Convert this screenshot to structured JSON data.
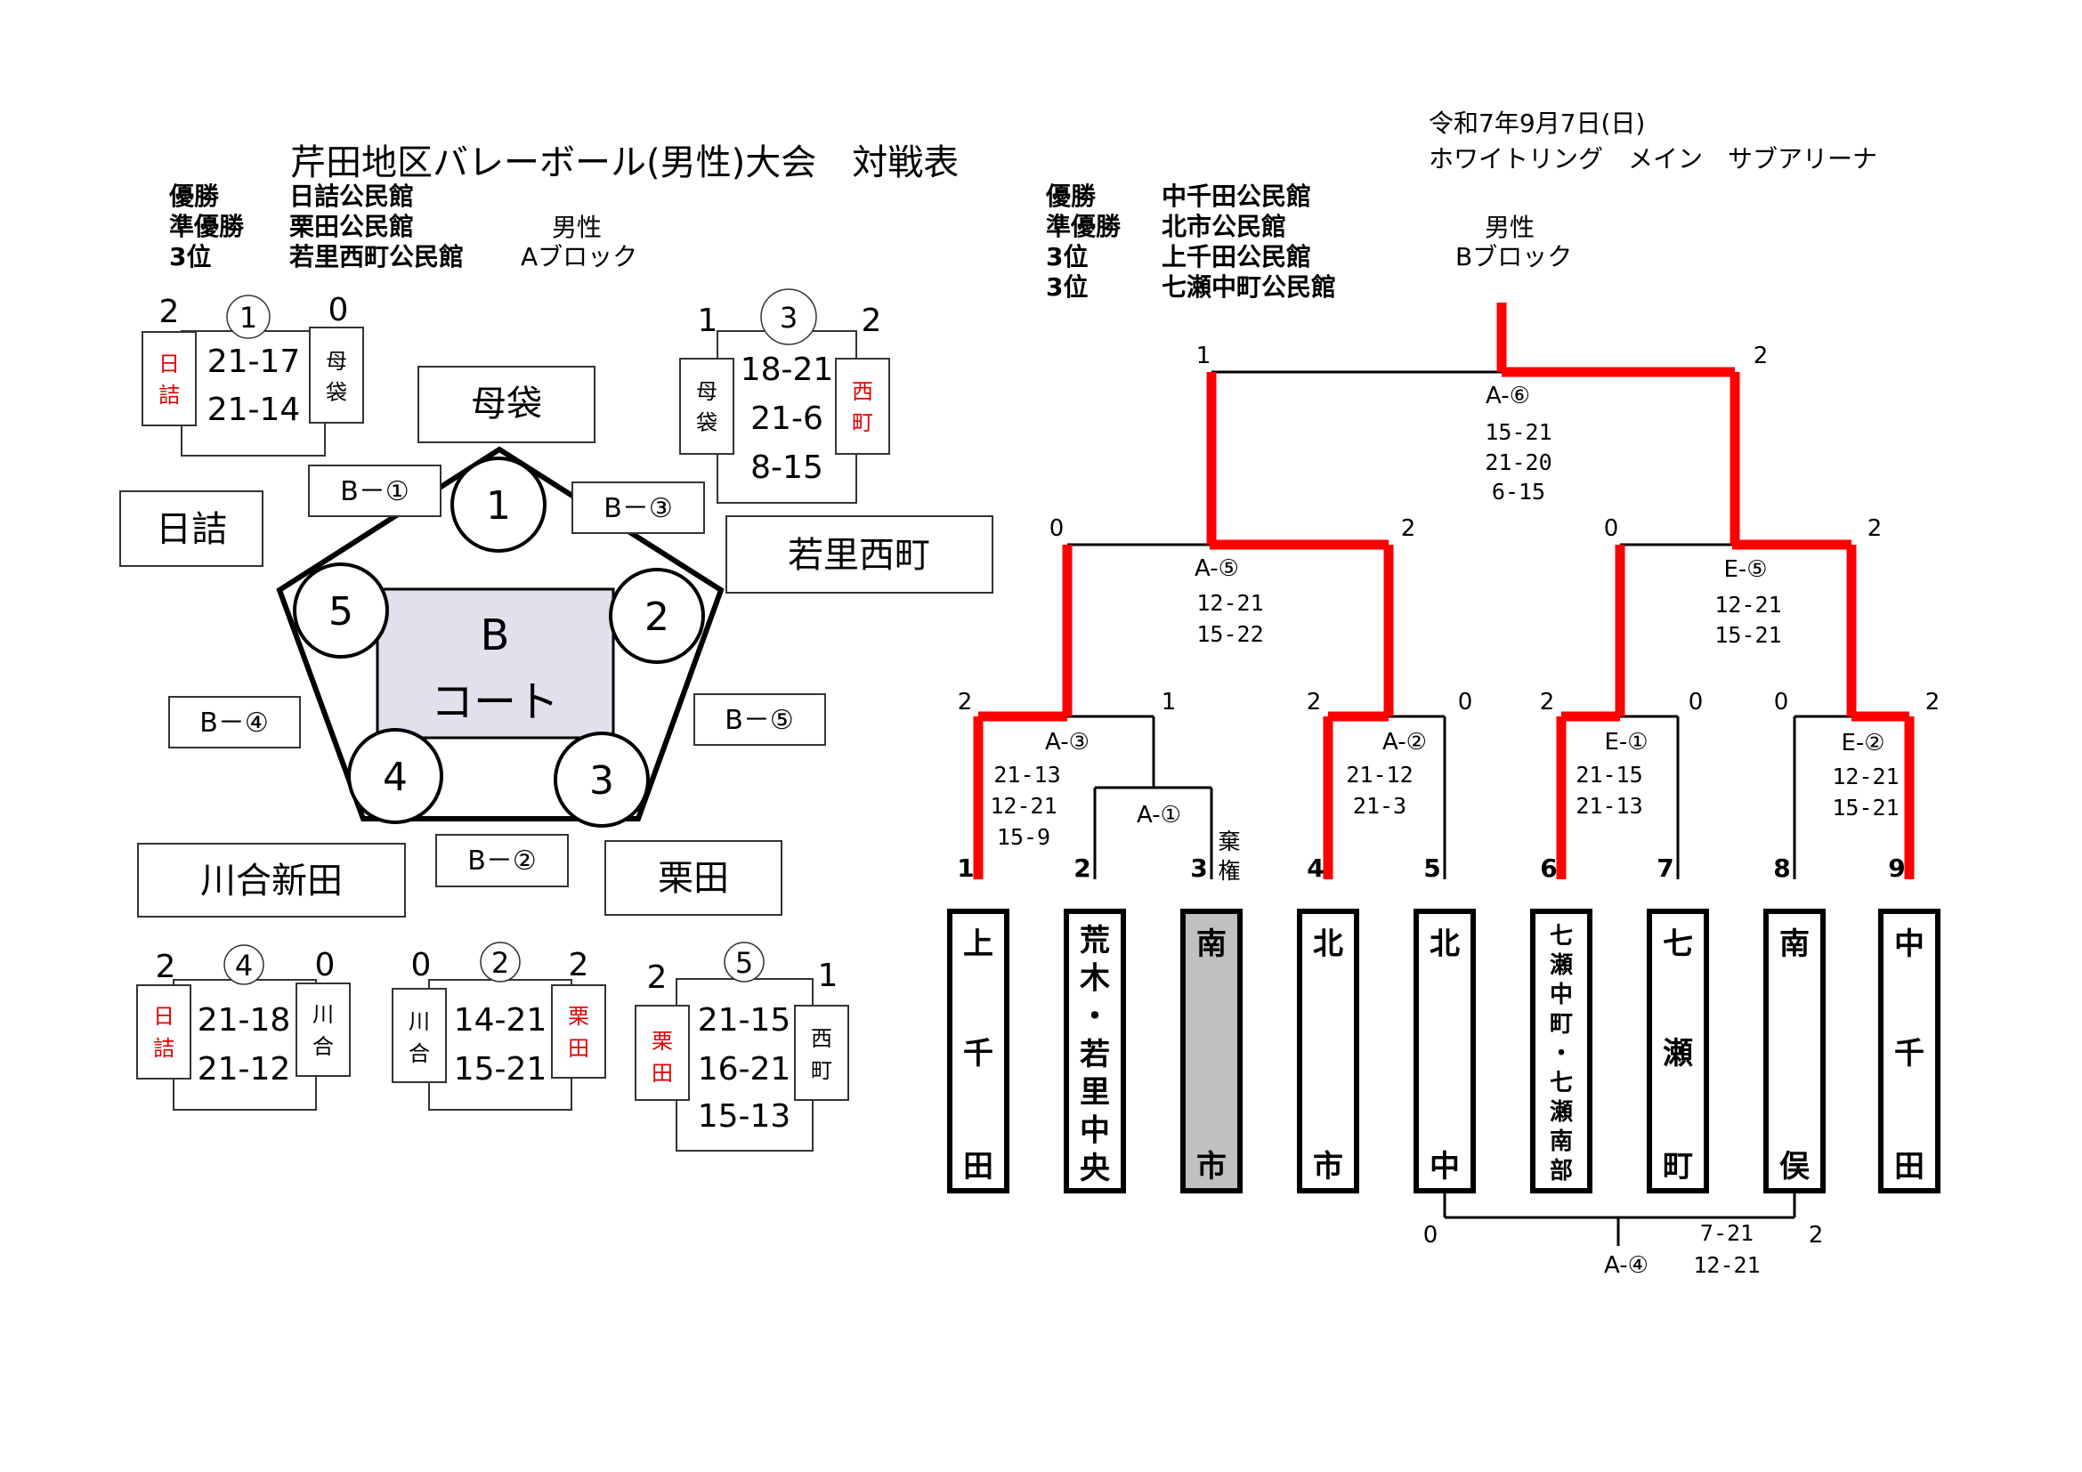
{
  "title": "芹田地区バレーボール(男性)大会　対戦表",
  "event_date": "令和7年9月7日(日)",
  "venue": "ホワイトリング　メイン　サブアリーナ",
  "block_a": {
    "results": [
      {
        "rank": "優勝",
        "team": "日詰公民館"
      },
      {
        "rank": "準優勝",
        "team": "栗田公民館"
      },
      {
        "rank": "3位",
        "team": "若里西町公民館"
      }
    ],
    "gender": "男性",
    "block_label": "Aブロック",
    "court": {
      "line1": "B",
      "line2": "コート"
    },
    "positions": [
      {
        "num": "1",
        "team": "母袋"
      },
      {
        "num": "2",
        "team": "若里西町"
      },
      {
        "num": "3",
        "team": "栗田"
      },
      {
        "num": "4",
        "team": "川合新田"
      },
      {
        "num": "5",
        "team": "日詰"
      }
    ],
    "referee_labels": [
      "B－①",
      "B－②",
      "B－③",
      "B－④",
      "B－⑤"
    ],
    "matches": [
      {
        "id": "1",
        "left": {
          "name": [
            "日",
            "詰"
          ],
          "sets_won": "2",
          "winner": true
        },
        "right": {
          "name": [
            "母",
            "袋"
          ],
          "sets_won": "0",
          "winner": false
        },
        "sets": [
          "21-17",
          "21-14"
        ]
      },
      {
        "id": "3",
        "left": {
          "name": [
            "母",
            "袋"
          ],
          "sets_won": "1",
          "winner": false
        },
        "right": {
          "name": [
            "西",
            "町"
          ],
          "sets_won": "2",
          "winner": true
        },
        "sets": [
          "18-21",
          "21-6",
          "8-15"
        ]
      },
      {
        "id": "4",
        "left": {
          "name": [
            "日",
            "詰"
          ],
          "sets_won": "2",
          "winner": true
        },
        "right": {
          "name": [
            "川",
            "合"
          ],
          "sets_won": "0",
          "winner": false
        },
        "sets": [
          "21-18",
          "21-12"
        ]
      },
      {
        "id": "2",
        "left": {
          "name": [
            "川",
            "合"
          ],
          "sets_won": "0",
          "winner": false
        },
        "right": {
          "name": [
            "栗",
            "田"
          ],
          "sets_won": "2",
          "winner": true
        },
        "sets": [
          "14-21",
          "15-21"
        ]
      },
      {
        "id": "5",
        "left": {
          "name": [
            "栗",
            "田"
          ],
          "sets_won": "2",
          "winner": true
        },
        "right": {
          "name": [
            "西",
            "町"
          ],
          "sets_won": "1",
          "winner": false
        },
        "sets": [
          "21-15",
          "16-21",
          "15-13"
        ]
      }
    ]
  },
  "block_b": {
    "results": [
      {
        "rank": "優勝",
        "team": "中千田公民館"
      },
      {
        "rank": "準優勝",
        "team": "北市公民館"
      },
      {
        "rank": "3位",
        "team": "上千田公民館"
      },
      {
        "rank": "3位",
        "team": "七瀬中町公民館"
      }
    ],
    "gender": "男性",
    "block_label": "Bブロック",
    "teams": [
      {
        "seed": "1",
        "chars": [
          "上",
          "千",
          "田"
        ],
        "forfeit": false
      },
      {
        "seed": "2",
        "chars": [
          "荒",
          "木",
          "・",
          "若",
          "里",
          "中",
          "央"
        ],
        "forfeit": false
      },
      {
        "seed": "3",
        "chars": [
          "南",
          "市"
        ],
        "forfeit": true
      },
      {
        "seed": "4",
        "chars": [
          "北",
          "市"
        ],
        "forfeit": false
      },
      {
        "seed": "5",
        "chars": [
          "北",
          "中"
        ],
        "forfeit": false
      },
      {
        "seed": "6",
        "chars": [
          "七",
          "瀬",
          "中",
          "町",
          "・",
          "七",
          "瀬",
          "南",
          "部"
        ],
        "forfeit": false
      },
      {
        "seed": "7",
        "chars": [
          "七",
          "瀬",
          "町"
        ],
        "forfeit": false
      },
      {
        "seed": "8",
        "chars": [
          "南",
          "俣"
        ],
        "forfeit": false
      },
      {
        "seed": "9",
        "chars": [
          "中",
          "千",
          "田"
        ],
        "forfeit": false
      }
    ],
    "forfeit_label": "棄権",
    "matches": [
      {
        "id": "A-①",
        "left_score": "",
        "right_score": "",
        "sets": []
      },
      {
        "id": "A-②",
        "left_score": "2",
        "right_score": "0",
        "sets": [
          "21-12",
          "21-3"
        ]
      },
      {
        "id": "A-③",
        "left_score": "2",
        "right_score": "1",
        "sets": [
          "21-13",
          "12-21",
          "15-9"
        ]
      },
      {
        "id": "A-④",
        "left_score": "0",
        "right_score": "2",
        "sets": [
          "7-21",
          "12-21"
        ]
      },
      {
        "id": "A-⑤",
        "left_score": "0",
        "right_score": "2",
        "sets": [
          "12-21",
          "15-22"
        ]
      },
      {
        "id": "A-⑥",
        "left_score": "1",
        "right_score": "2",
        "sets": [
          "15-21",
          "21-20",
          "6-15"
        ]
      },
      {
        "id": "E-①",
        "left_score": "2",
        "right_score": "0",
        "sets": [
          "21-15",
          "21-13"
        ]
      },
      {
        "id": "E-②",
        "left_score": "0",
        "right_score": "2",
        "sets": [
          "12-21",
          "15-21"
        ]
      },
      {
        "id": "E-⑤",
        "left_score": "0",
        "right_score": "2",
        "sets": [
          "12-21",
          "15-21"
        ]
      }
    ]
  },
  "colors": {
    "winner_line": "#ff0000",
    "winner_name": "#e00000",
    "court_fill": "#e4dfec",
    "forfeit_fill": "#c0c0c0"
  }
}
